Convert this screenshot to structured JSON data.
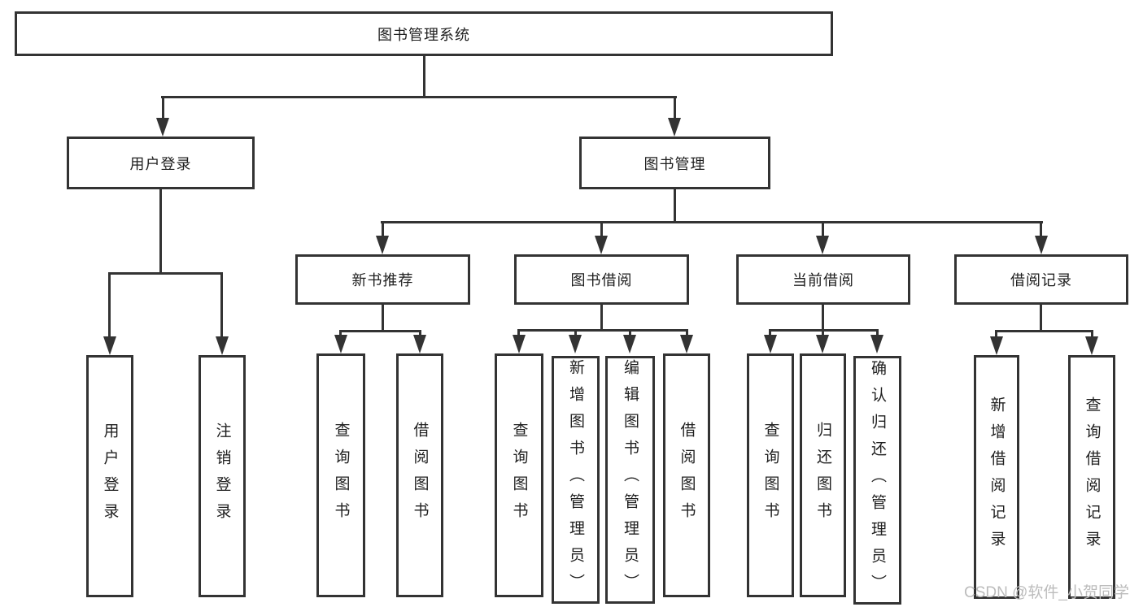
{
  "diagram_title": "图书管理系统",
  "nodes": {
    "root": "图书管理系统",
    "user_login": "用户登录",
    "book_management": "图书管理",
    "new_book_recommend": "新书推荐",
    "book_borrowing": "图书借阅",
    "current_borrowing": "当前借阅",
    "borrowing_records": "借阅记录"
  },
  "leaves": {
    "user_login": [
      "用户登录",
      "注销登录"
    ],
    "new_book_recommend": [
      "查询图书",
      "借阅图书"
    ],
    "book_borrowing": [
      "查询图书",
      "新增图书（管理员）",
      "编辑图书（管理员）",
      "借阅图书"
    ],
    "current_borrowing": [
      "查询图书",
      "归还图书",
      "确认归还（管理员）"
    ],
    "borrowing_records": [
      "新增借阅记录",
      "查询借阅记录"
    ]
  },
  "watermark": {
    "text": "CSDN @软件_小贺同学"
  },
  "colors": {
    "line": "#333333",
    "box_border": "#333333",
    "box_background": "#ffffff",
    "text": "#1e1e1e",
    "watermark": "#bcbcbc"
  }
}
